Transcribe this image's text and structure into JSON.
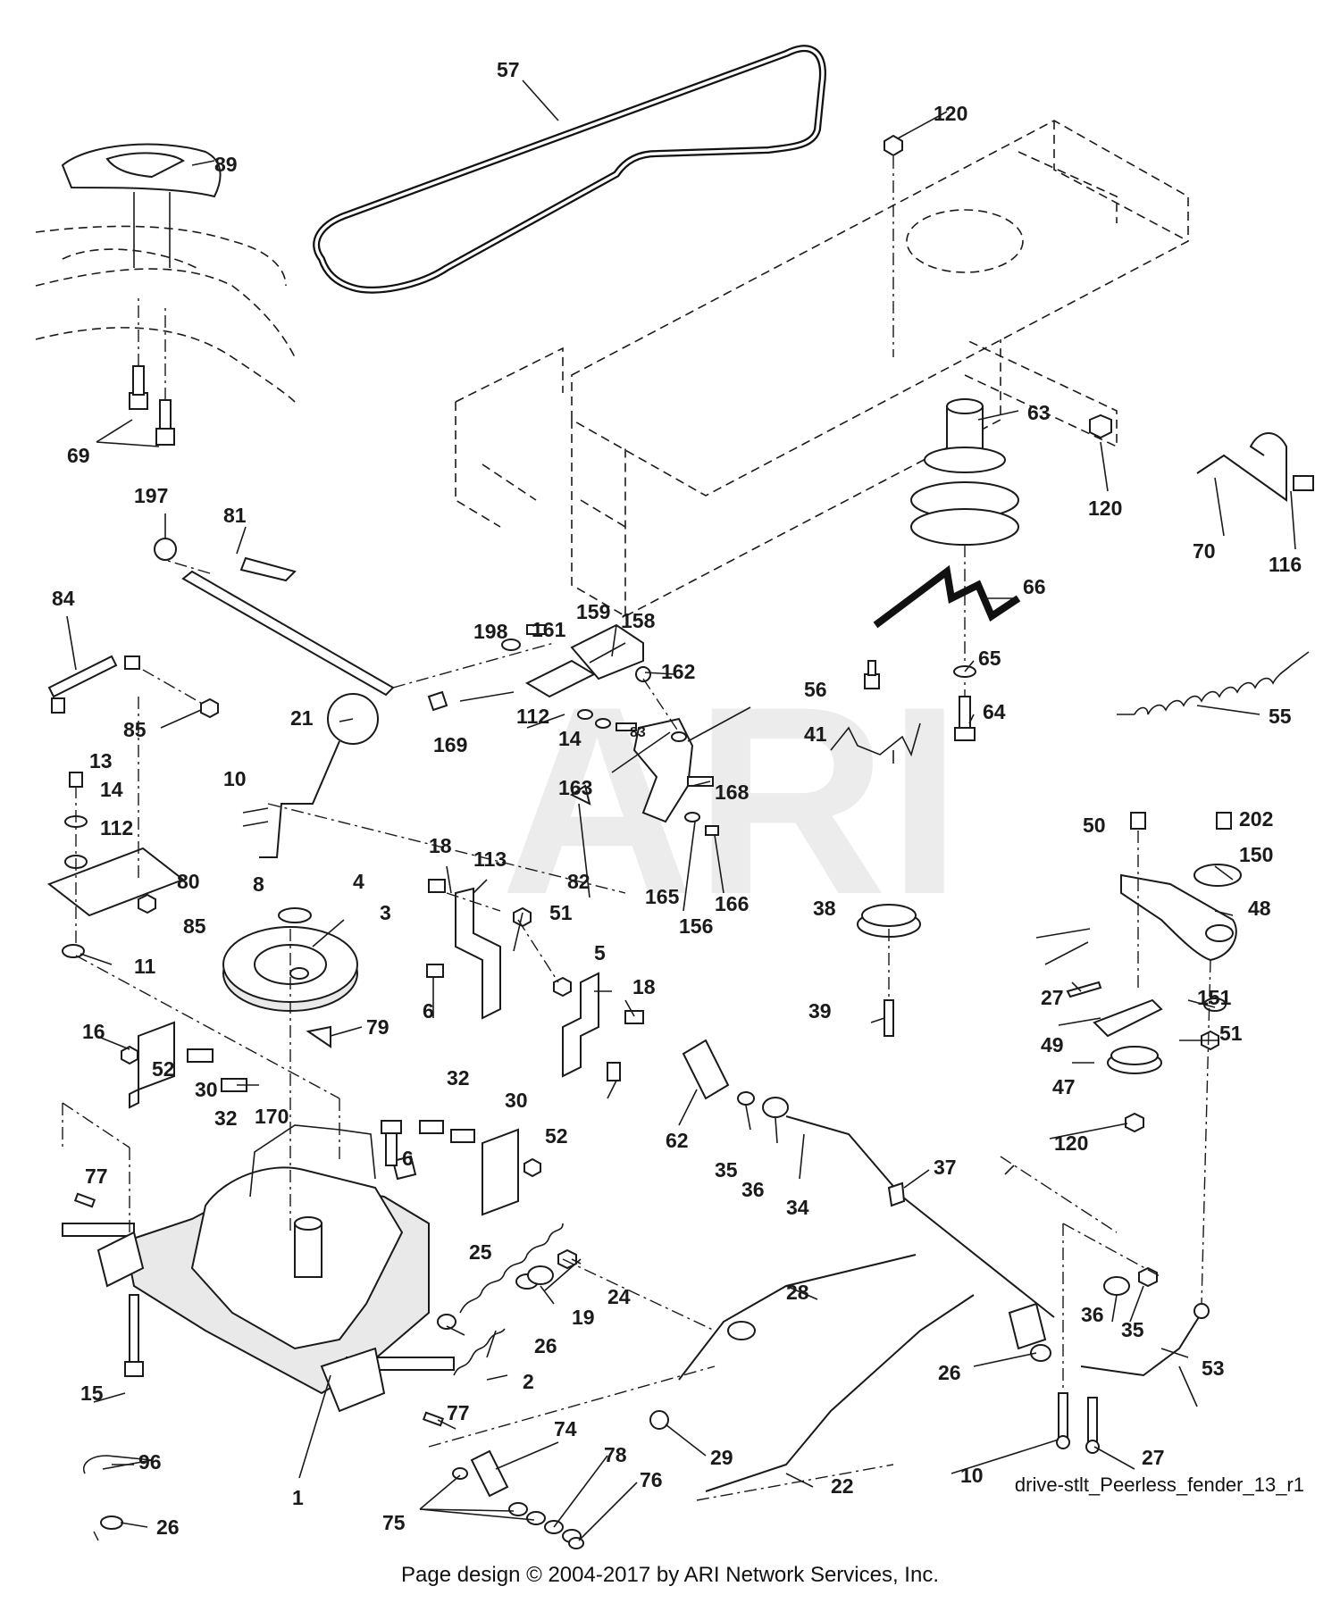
{
  "diagram": {
    "drawing_id": "drive-stlt_Peerless_fender_13_r1",
    "footer": "Page design © 2004-2017 by ARI Network Services, Inc.",
    "watermark": "ARI",
    "callouts": [
      "57",
      "120",
      "89",
      "69",
      "63",
      "120",
      "70",
      "116",
      "197",
      "81",
      "84",
      "198",
      "161",
      "159",
      "158",
      "66",
      "85",
      "162",
      "56",
      "65",
      "21",
      "64",
      "55",
      "112",
      "14",
      "169",
      "83",
      "41",
      "13",
      "10",
      "163",
      "14",
      "168",
      "112",
      "18",
      "113",
      "50",
      "202",
      "82",
      "165",
      "166",
      "80",
      "4",
      "8",
      "156",
      "150",
      "38",
      "85",
      "3",
      "51",
      "48",
      "11",
      "5",
      "6",
      "18",
      "27",
      "151",
      "39",
      "79",
      "49",
      "51",
      "16",
      "52",
      "47",
      "30",
      "32",
      "62",
      "120",
      "170",
      "32",
      "30",
      "52",
      "35",
      "36",
      "6",
      "37",
      "34",
      "77",
      "25",
      "24",
      "36",
      "28",
      "19",
      "35",
      "26",
      "15",
      "2",
      "26",
      "53",
      "77",
      "29",
      "96",
      "74",
      "10",
      "27",
      "78",
      "22",
      "76",
      "1",
      "26",
      "75"
    ]
  }
}
